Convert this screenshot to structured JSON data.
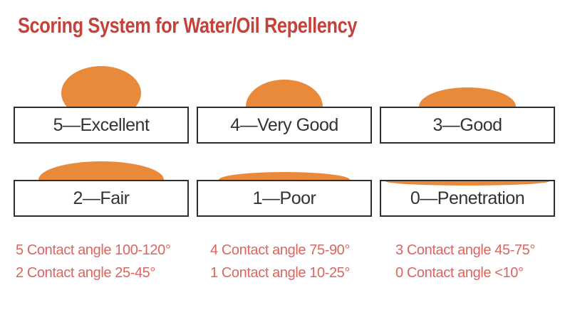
{
  "title": "Scoring System for Water/Oil Repellency",
  "colors": {
    "title_red": "#c5423b",
    "caption_red": "#db6660",
    "droplet_orange": "#e98a3b",
    "box_border": "#2e2e2e",
    "label_gray": "#333333",
    "background": "#ffffff"
  },
  "scores": [
    {
      "score": 5,
      "label": "5—Excellent",
      "droplet": "large-dome"
    },
    {
      "score": 4,
      "label": "4—Very Good",
      "droplet": "half-dome"
    },
    {
      "score": 3,
      "label": "3—Good",
      "droplet": "low-dome"
    },
    {
      "score": 2,
      "label": "2—Fair",
      "droplet": "flat-dome"
    },
    {
      "score": 1,
      "label": "1—Poor",
      "droplet": "thin-film"
    },
    {
      "score": 0,
      "label": "0—Penetration",
      "droplet": "penetrated-film"
    }
  ],
  "captions": {
    "columns": [
      {
        "lines": [
          "5 Contact angle 100-120°",
          "2 Contact angle 25-45°"
        ]
      },
      {
        "lines": [
          "4 Contact angle 75-90°",
          "1 Contact angle 10-25°"
        ]
      },
      {
        "lines": [
          "3 Contact angle 45-75°",
          "0 Contact angle <10°"
        ]
      }
    ]
  }
}
